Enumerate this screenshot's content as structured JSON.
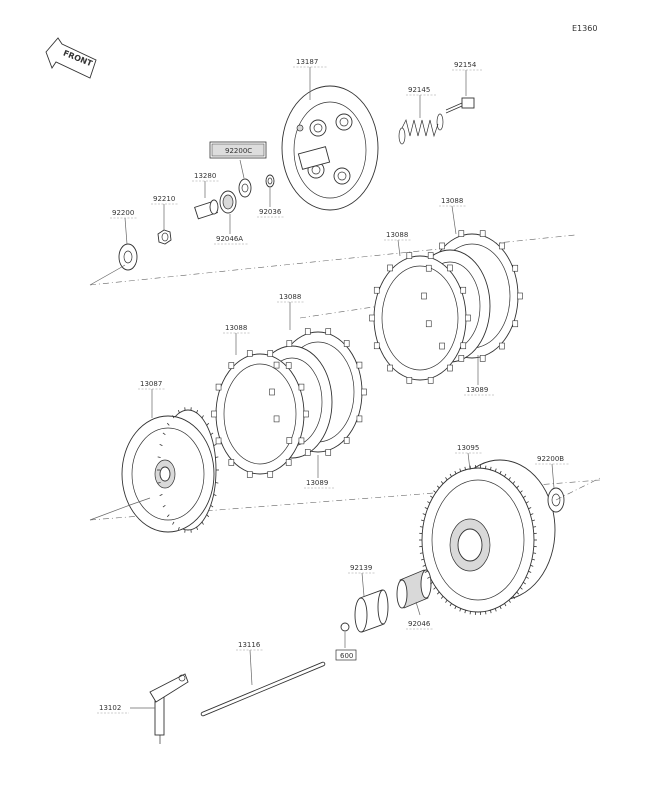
{
  "diagram": {
    "code": "E1360",
    "front_label": "FRONT",
    "parts": [
      {
        "id": "13187",
        "key": "pressure-plate"
      },
      {
        "id": "92154",
        "key": "bolt"
      },
      {
        "id": "92145",
        "key": "clutch-spring"
      },
      {
        "id": "92200C",
        "key": "washer-92200c"
      },
      {
        "id": "13280",
        "key": "pusher"
      },
      {
        "id": "92036",
        "key": "washer-92036"
      },
      {
        "id": "92210",
        "key": "nut"
      },
      {
        "id": "92046A",
        "key": "bearing-92046a"
      },
      {
        "id": "92200",
        "key": "washer-92200"
      },
      {
        "id": "13088",
        "key": "friction-plate-a"
      },
      {
        "id": "13088",
        "key": "friction-plate-b"
      },
      {
        "id": "13088",
        "key": "friction-plate-c"
      },
      {
        "id": "13088",
        "key": "friction-plate-d"
      },
      {
        "id": "13089",
        "key": "steel-plate-a"
      },
      {
        "id": "13089",
        "key": "steel-plate-b"
      },
      {
        "id": "13087",
        "key": "clutch-hub"
      },
      {
        "id": "13095",
        "key": "clutch-housing"
      },
      {
        "id": "92200B",
        "key": "washer-92200b"
      },
      {
        "id": "92139",
        "key": "sleeve"
      },
      {
        "id": "92046",
        "key": "needle-bearing"
      },
      {
        "id": "600",
        "key": "ball"
      },
      {
        "id": "13116",
        "key": "push-rod"
      },
      {
        "id": "13102",
        "key": "release-lever"
      }
    ]
  }
}
